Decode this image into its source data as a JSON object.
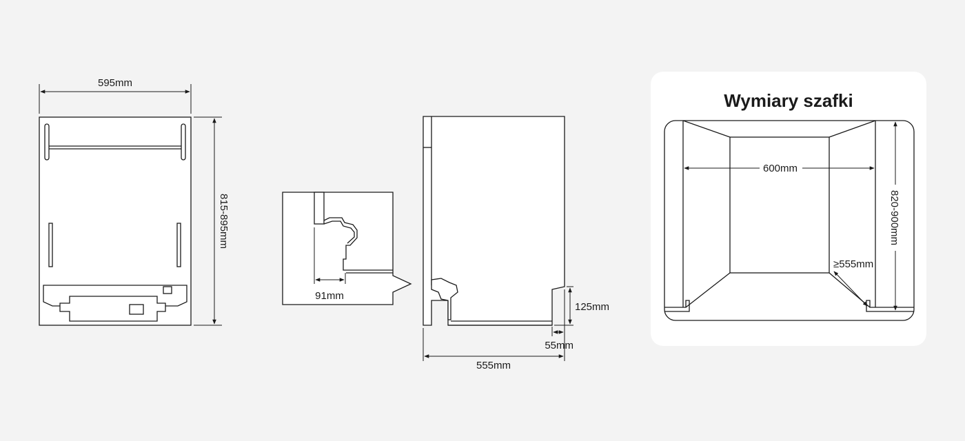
{
  "front_view": {
    "width_label": "595mm",
    "height_label": "815-895mm"
  },
  "detail_view": {
    "gap_label": "91mm"
  },
  "side_view": {
    "plinth_height_label": "125mm",
    "plinth_depth_label": "55mm",
    "depth_label": "555mm"
  },
  "cabinet_panel": {
    "title": "Wymiary szafki",
    "width_label": "600mm",
    "height_label": "820-900mm",
    "depth_label": "≥555mm"
  }
}
